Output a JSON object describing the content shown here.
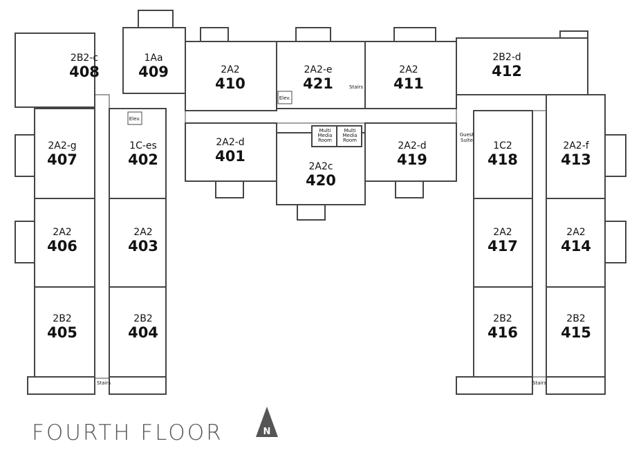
{
  "title": "FOURTH FLOOR",
  "north_label": "N",
  "highlight_color": "#d6cdc4",
  "rooms": [
    {
      "number": "408",
      "type": "2B2-c"
    },
    {
      "number": "409",
      "type": "1Aa"
    },
    {
      "number": "410",
      "type": "2A2"
    },
    {
      "number": "421",
      "type": "2A2-e"
    },
    {
      "number": "411",
      "type": "2A2"
    },
    {
      "number": "412",
      "type": "2B2-d"
    },
    {
      "number": "407",
      "type": "2A2-g"
    },
    {
      "number": "402",
      "type": "1C-es"
    },
    {
      "number": "401",
      "type": "2A2-d"
    },
    {
      "number": "420",
      "type": "2A2c"
    },
    {
      "number": "419",
      "type": "2A2-d"
    },
    {
      "number": "418",
      "type": "1C2"
    },
    {
      "number": "413",
      "type": "2A2-f",
      "highlighted": true
    },
    {
      "number": "406",
      "type": "2A2"
    },
    {
      "number": "403",
      "type": "2A2"
    },
    {
      "number": "417",
      "type": "2A2"
    },
    {
      "number": "414",
      "type": "2A2"
    },
    {
      "number": "405",
      "type": "2B2"
    },
    {
      "number": "404",
      "type": "2B2"
    },
    {
      "number": "416",
      "type": "2B2"
    },
    {
      "number": "415",
      "type": "2B2"
    }
  ],
  "labels": {
    "stairs": "Stairs",
    "elev": "Elev.",
    "multi_media": [
      "Multi",
      "Media",
      "Room"
    ],
    "guest_suite": [
      "Guest",
      "Suite"
    ]
  }
}
